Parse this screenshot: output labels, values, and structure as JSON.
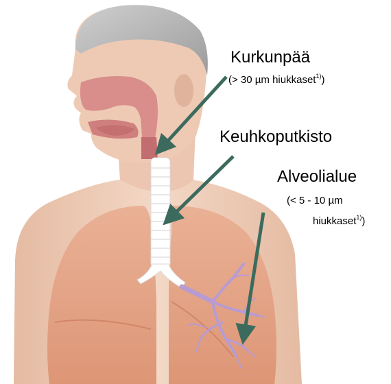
{
  "labels": {
    "larynx": {
      "title": "Kurkunpää",
      "detail_prefix": "(> 30 µm hiukkaset",
      "detail_sup": "1)",
      "detail_suffix": ")"
    },
    "bronchi": {
      "title": "Keuhkoputkisto"
    },
    "alveolar": {
      "title": "Alveolialue",
      "detail_line1": "(< 5 - 10 µm",
      "detail_line2_prefix": "hiukkaset",
      "detail_sup": "1)",
      "detail_suffix": ")"
    }
  },
  "colors": {
    "arrow": "#3c6b5e",
    "skin": "#f0d2bd",
    "skin_shadow": "#e0b59c",
    "hair": "#b9b9b9",
    "lung": "#e8a889",
    "lung_shadow": "#d98d6d",
    "airway_pink": "#d98e8c",
    "trachea": "#ffffff",
    "bronchiole": "#b79bd2"
  }
}
